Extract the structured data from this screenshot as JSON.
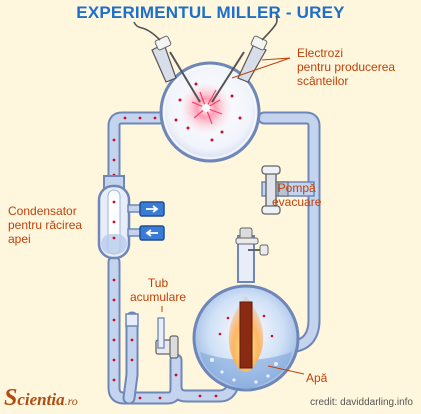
{
  "title": "EXPERIMENTUL MILLER - UREY",
  "labels": {
    "electrodes": [
      "Electrozi",
      "pentru  producerea",
      "scânteilor"
    ],
    "pump": [
      "Pompă",
      "evacuare"
    ],
    "condenser": [
      "Condensator",
      "pentru  răcirea",
      "apei"
    ],
    "collection_tube": [
      "Tub",
      "acumulare"
    ],
    "water": "Apă"
  },
  "credit": "credit: daviddarling.info",
  "brand": {
    "initial": "S",
    "rest": "cientia",
    "suffix": ".ro"
  },
  "colors": {
    "title": "#1d6fc9",
    "label": "#c0420a",
    "background": "#fef6dd",
    "tube": "#a9bfe2",
    "arrow_box": "#3a7bd5"
  }
}
